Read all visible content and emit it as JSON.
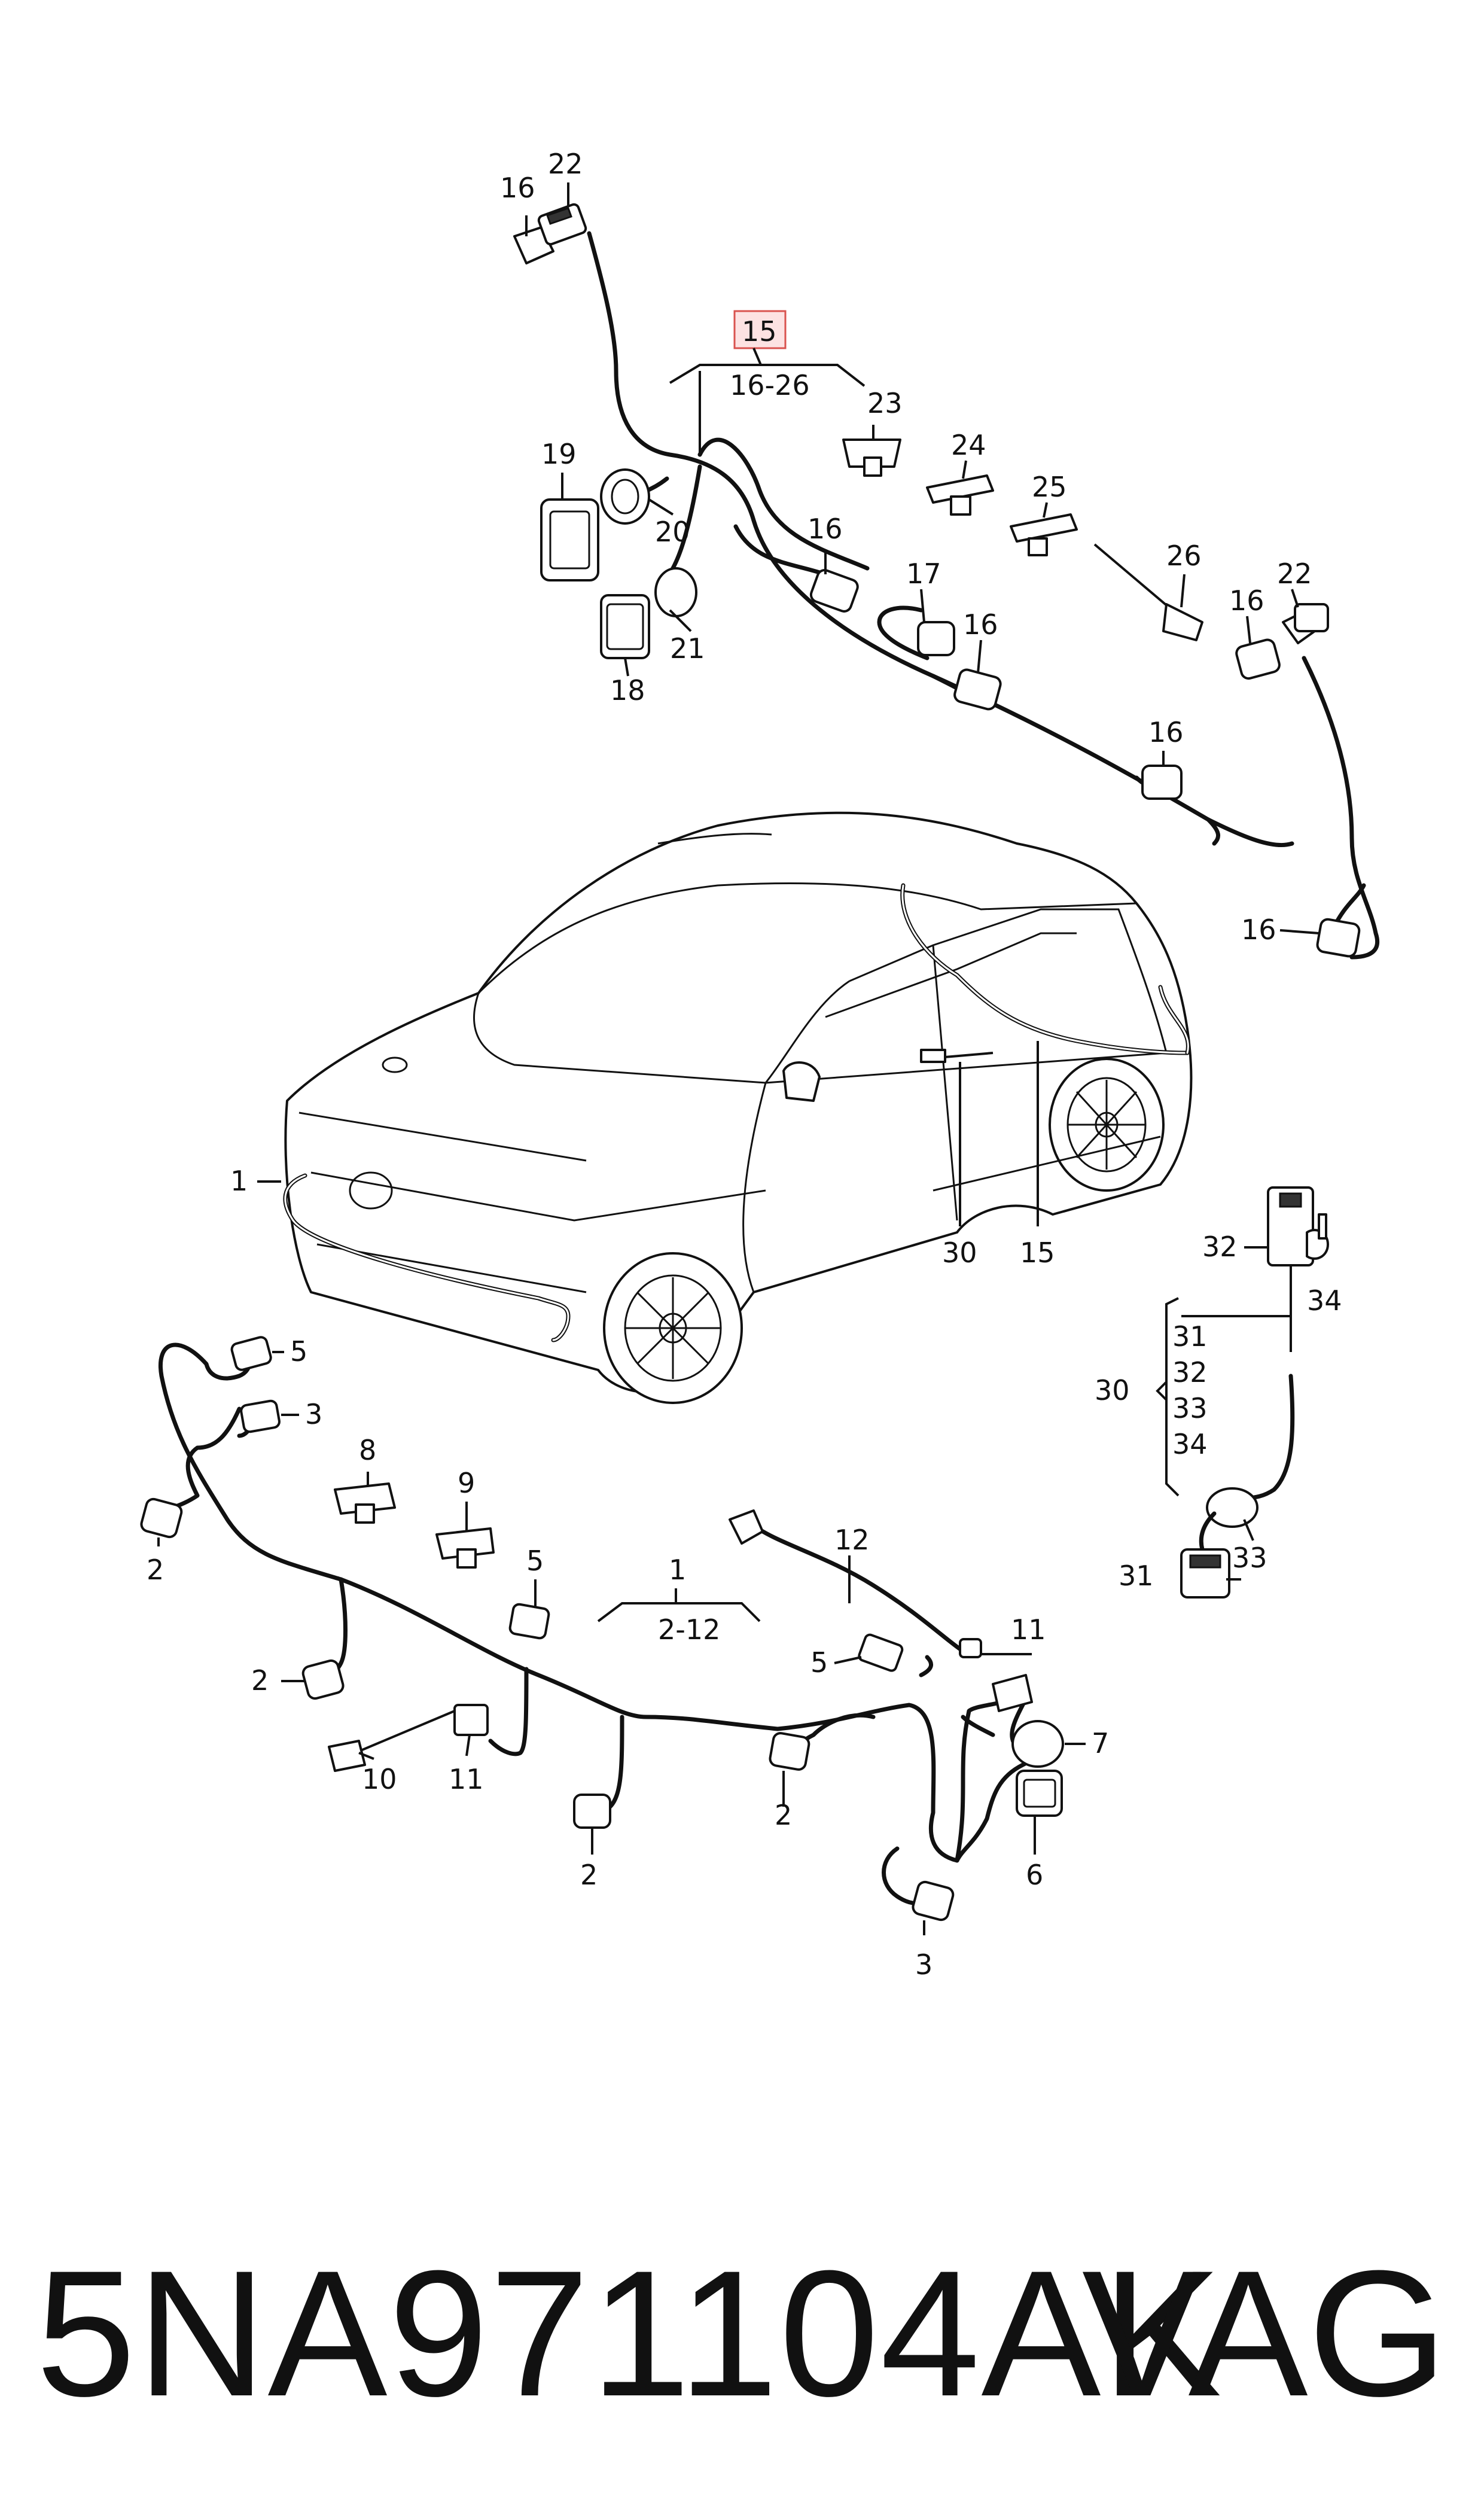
{
  "labels": {
    "l15_box": "15",
    "l15_range": "16-26",
    "l16_a": "16",
    "l22_a": "22",
    "l19": "19",
    "l20": "20",
    "l21": "21",
    "l18": "18",
    "l16_b": "16",
    "l17": "17",
    "l16_c": "16",
    "l23": "23",
    "l24": "24",
    "l25": "25",
    "l26": "26",
    "l16_d": "16",
    "l22_b": "22",
    "l16_e": "16",
    "l16_f": "16",
    "l1_front": "1",
    "l30_car": "30",
    "l15_car": "15",
    "l32_top": "32",
    "l34_top": "34",
    "l30_group": "30",
    "l31_list": "31",
    "l32_list": "32",
    "l33_list": "33",
    "l34_list": "34",
    "l31_bottom": "31",
    "l33_bottom": "33",
    "l5_a": "5",
    "l3_a": "3",
    "l2_a": "2",
    "l8": "8",
    "l9": "9",
    "l5_b": "5",
    "l2_b": "2",
    "l10": "10",
    "l11_a": "11",
    "l2_c": "2",
    "l1_group": "1",
    "l1_range": "2-12",
    "l12": "12",
    "l5_c": "5",
    "l11_b": "11",
    "l7": "7",
    "l2_d": "2",
    "l6": "6",
    "l3_b": "3"
  },
  "footer": {
    "part_number": "5NA971104AK",
    "brand": "VAG"
  },
  "colors": {
    "line": "#111111",
    "highlight_fill": "#fde2e2",
    "highlight_border": "#d9534f"
  }
}
